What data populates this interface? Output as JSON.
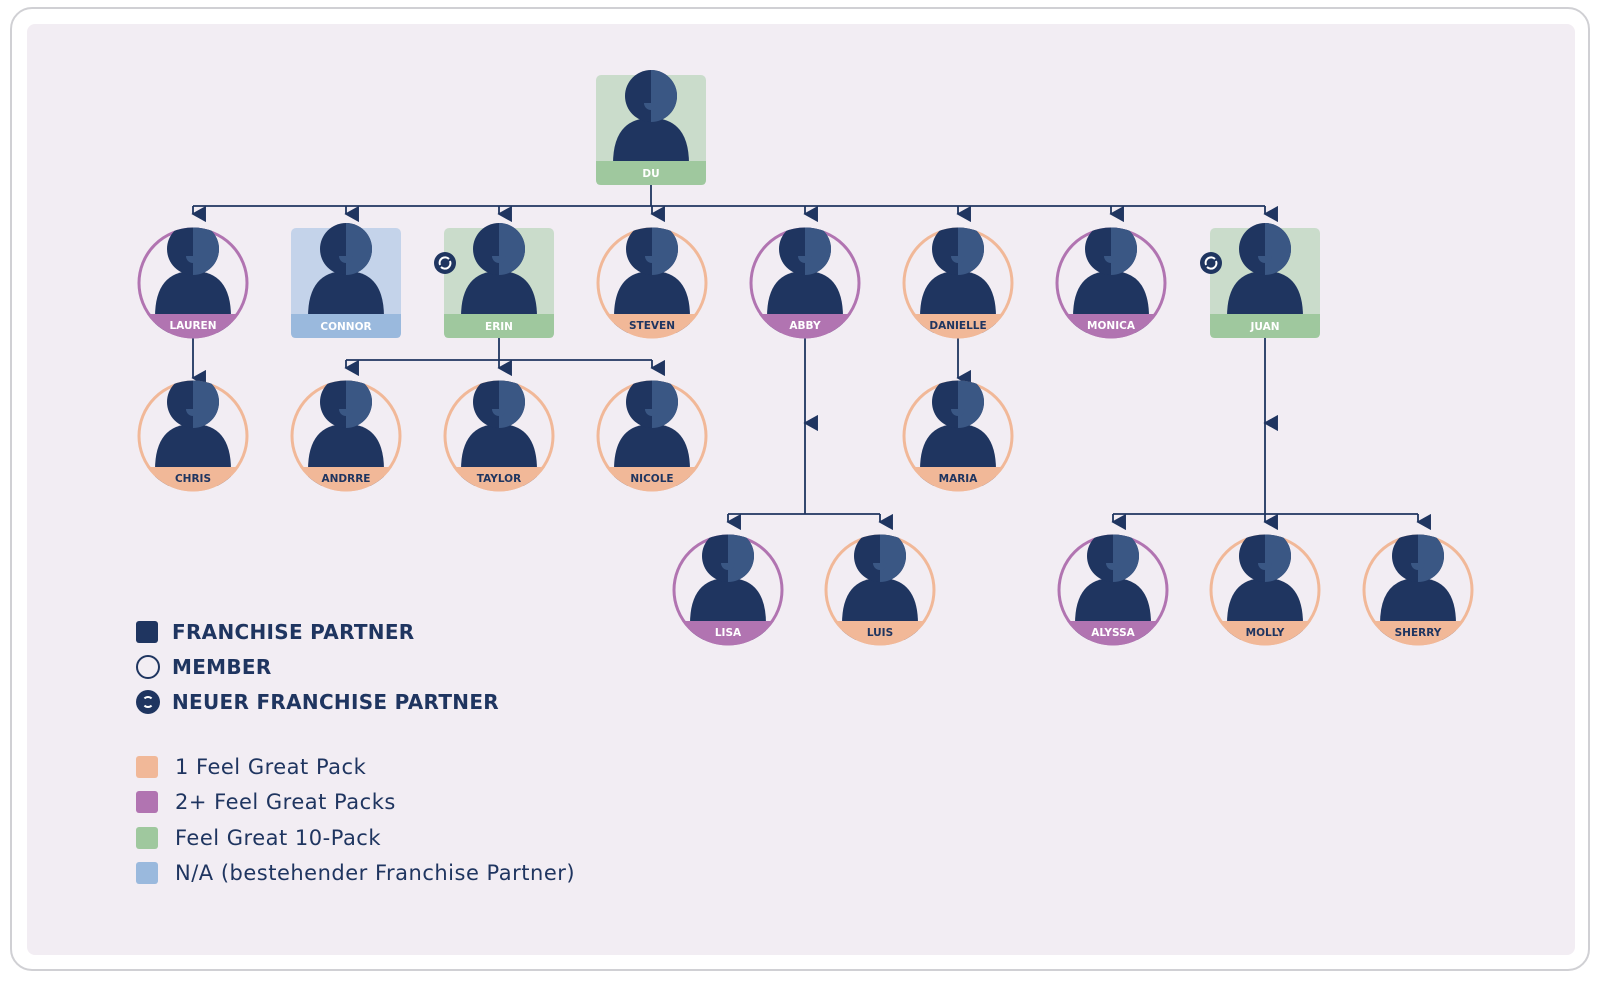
{
  "colors": {
    "navy": "#1f3560",
    "navy_light": "#3a5784",
    "peach": "#f1b898",
    "purple": "#b174b1",
    "green": "#9fc89e",
    "green_bg": "#cadccb",
    "blue": "#9ab9dd",
    "blue_bg": "#c4d3ea"
  },
  "nodes": [
    {
      "id": "du",
      "name": "DU",
      "kind": "franchise",
      "pack": "green"
    },
    {
      "id": "lauren",
      "name": "LAUREN",
      "kind": "member",
      "pack": "purple"
    },
    {
      "id": "connor",
      "name": "CONNOR",
      "kind": "franchise",
      "pack": "blue"
    },
    {
      "id": "erin",
      "name": "ERIN",
      "kind": "franchise",
      "pack": "green",
      "new_partner": true
    },
    {
      "id": "steven",
      "name": "STEVEN",
      "kind": "member",
      "pack": "peach"
    },
    {
      "id": "abby",
      "name": "ABBY",
      "kind": "member",
      "pack": "purple"
    },
    {
      "id": "danielle",
      "name": "DANIELLE",
      "kind": "member",
      "pack": "peach"
    },
    {
      "id": "monica",
      "name": "MONICA",
      "kind": "member",
      "pack": "purple"
    },
    {
      "id": "juan",
      "name": "JUAN",
      "kind": "franchise",
      "pack": "green",
      "new_partner": true
    },
    {
      "id": "chris",
      "name": "CHRIS",
      "kind": "member",
      "pack": "peach"
    },
    {
      "id": "andrre",
      "name": "ANDRRE",
      "kind": "member",
      "pack": "peach"
    },
    {
      "id": "taylor",
      "name": "TAYLOR",
      "kind": "member",
      "pack": "peach"
    },
    {
      "id": "nicole",
      "name": "NICOLE",
      "kind": "member",
      "pack": "peach"
    },
    {
      "id": "maria",
      "name": "MARIA",
      "kind": "member",
      "pack": "peach"
    },
    {
      "id": "lisa",
      "name": "LISA",
      "kind": "member",
      "pack": "purple"
    },
    {
      "id": "luis",
      "name": "LUIS",
      "kind": "member",
      "pack": "peach"
    },
    {
      "id": "alyssa",
      "name": "ALYSSA",
      "kind": "member",
      "pack": "purple"
    },
    {
      "id": "molly",
      "name": "MOLLY",
      "kind": "member",
      "pack": "peach"
    },
    {
      "id": "sherry",
      "name": "SHERRY",
      "kind": "member",
      "pack": "peach"
    }
  ],
  "edges": [
    [
      "du",
      "lauren"
    ],
    [
      "du",
      "connor"
    ],
    [
      "du",
      "erin"
    ],
    [
      "du",
      "steven"
    ],
    [
      "du",
      "abby"
    ],
    [
      "du",
      "danielle"
    ],
    [
      "du",
      "monica"
    ],
    [
      "du",
      "juan"
    ],
    [
      "lauren",
      "chris"
    ],
    [
      "erin",
      "andrre"
    ],
    [
      "erin",
      "taylor"
    ],
    [
      "erin",
      "nicole"
    ],
    [
      "danielle",
      "maria"
    ],
    [
      "abby",
      "lisa"
    ],
    [
      "abby",
      "luis"
    ],
    [
      "juan",
      "alyssa"
    ],
    [
      "juan",
      "molly"
    ],
    [
      "juan",
      "sherry"
    ]
  ],
  "legend": {
    "types": [
      {
        "label": "FRANCHISE PARTNER",
        "symbol": "square-icon"
      },
      {
        "label": "MEMBER",
        "symbol": "circle-icon"
      },
      {
        "label": "NEUER FRANCHISE PARTNER",
        "symbol": "sync-icon"
      }
    ],
    "packs": [
      {
        "label": "1 Feel Great Pack",
        "color": "#f1b898"
      },
      {
        "label": "2+ Feel Great Packs",
        "color": "#b174b1"
      },
      {
        "label": "Feel Great 10-Pack",
        "color": "#9fc89e"
      },
      {
        "label": "N/A (bestehender Franchise Partner)",
        "color": "#9ab9dd"
      }
    ]
  }
}
